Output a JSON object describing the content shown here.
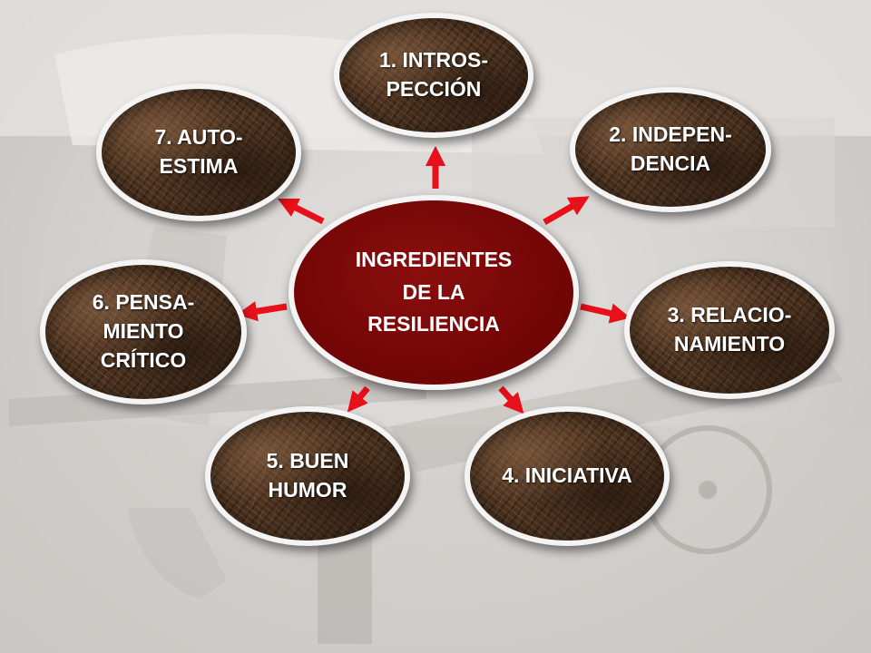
{
  "diagram": {
    "center": {
      "lines": [
        "INGREDIENTES",
        "DE LA",
        "RESILIENCIA"
      ],
      "color": "#740606"
    },
    "nodes": [
      {
        "id": "introspeccion",
        "lines": [
          "1. INTROS-",
          "PECCIÓN"
        ]
      },
      {
        "id": "independencia",
        "lines": [
          "2. INDEPEN-",
          "DENCIA"
        ]
      },
      {
        "id": "relacionamiento",
        "lines": [
          "3. RELACIO-",
          "NAMIENTO"
        ]
      },
      {
        "id": "iniciativa",
        "lines": [
          "4. INICIATIVA"
        ]
      },
      {
        "id": "buen-humor",
        "lines": [
          "5. BUEN",
          "HUMOR"
        ]
      },
      {
        "id": "pensamiento-critico",
        "lines": [
          "6. PENSA-",
          "MIENTO",
          "CRÍTICO"
        ]
      },
      {
        "id": "autoestima",
        "lines": [
          "7. AUTO-",
          "ESTIMA"
        ]
      }
    ],
    "arrow_color": "#e8101a",
    "node_border_color": "#f4f4f4"
  }
}
